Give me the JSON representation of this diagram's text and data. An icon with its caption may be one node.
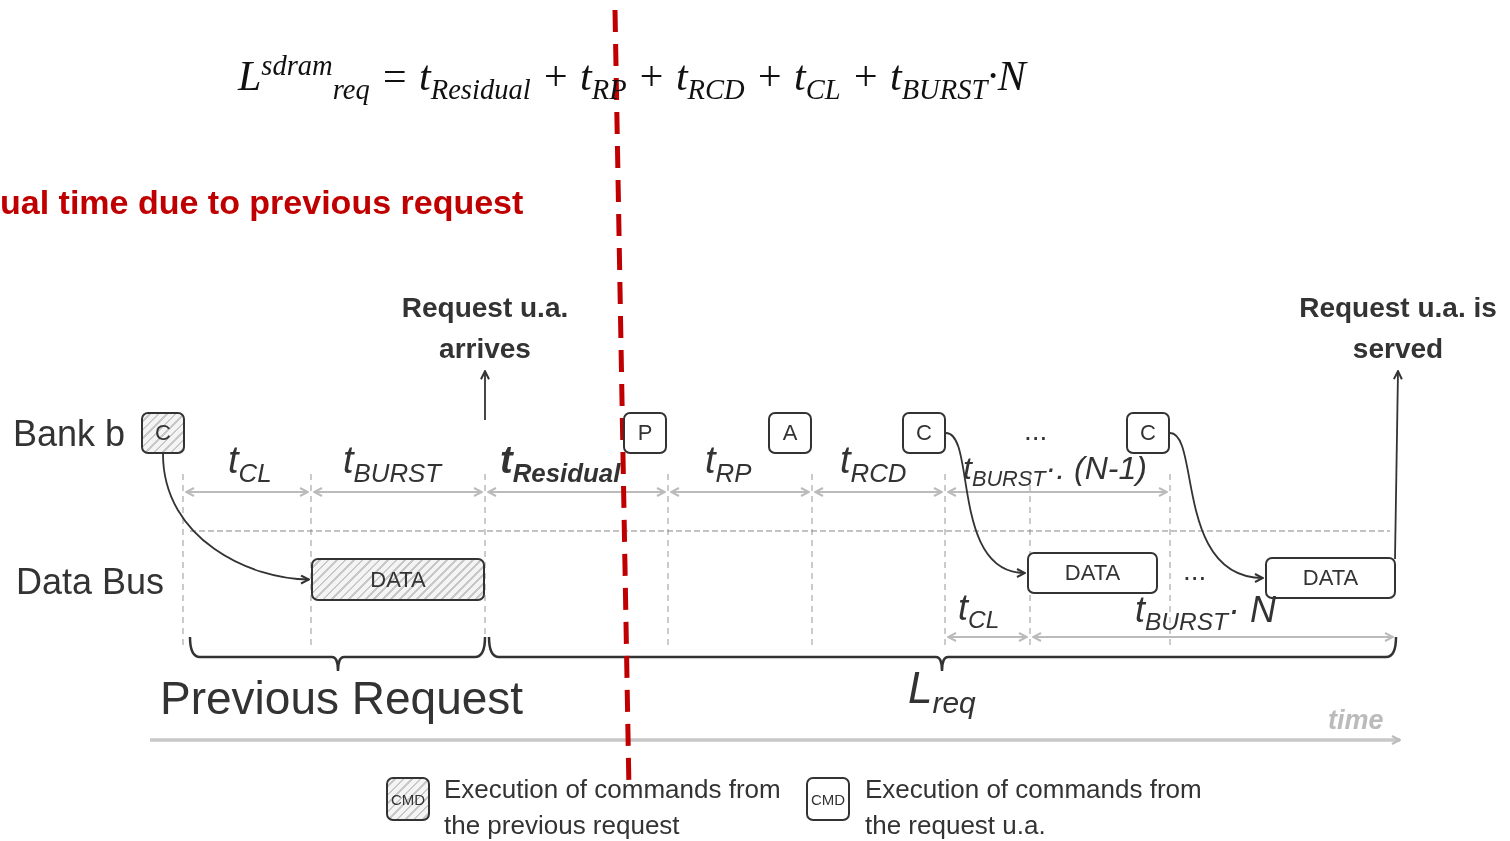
{
  "diagram": {
    "nodes": [
      {
        "text": [
          "C"
        ]
      },
      {
        "text": [
          "P"
        ]
      },
      {
        "text": [
          "A"
        ]
      },
      {
        "text": [
          "C"
        ]
      },
      {
        "text": [
          "C"
        ]
      },
      {
        "text": [
          "DATA"
        ]
      },
      {
        "text": [
          "DATA"
        ]
      },
      {
        "text": [
          "DATA"
        ]
      },
      {
        "text": [
          "Request u.a. arrives"
        ]
      },
      {
        "text": [
          "Request u.a. is served"
        ]
      }
    ],
    "edges": [
      {
        "from": 0,
        "to": 5,
        "arrow": "to"
      },
      {
        "from": 3,
        "to": 6,
        "arrow": "to"
      },
      {
        "from": 4,
        "to": 7,
        "arrow": "to"
      },
      {
        "from": null,
        "to": 8,
        "arrow": "to"
      },
      {
        "from": 7,
        "to": 9,
        "arrow": "to"
      }
    ],
    "labels": [
      "L$^{sdram}$$_{req}$ = t$_{Residual}$ + t$_{RP}$ + t$_{RCD}$ + t$_{CL}$ + t$_{BURST}$·N",
      "ual time due to previous request",
      "Bank b",
      "t$_{CL}$",
      "t$_{BURST}$",
      "t$_{Residual}$",
      "t$_{RP}$",
      "t$_{RCD}$",
      "...",
      "t$_{BURST}$·. (N-1)",
      "Data Bus",
      "...",
      "t$_{CL}$",
      "t$_{BURST}$· N",
      "Previous Request",
      "L$_{req}$",
      "time",
      "CMD",
      "CMD"
    ],
    "legend": [
      {
        "text": "Execution of commands from the previous request"
      },
      {
        "text": "Execution of commands from the request u.a."
      }
    ]
  }
}
